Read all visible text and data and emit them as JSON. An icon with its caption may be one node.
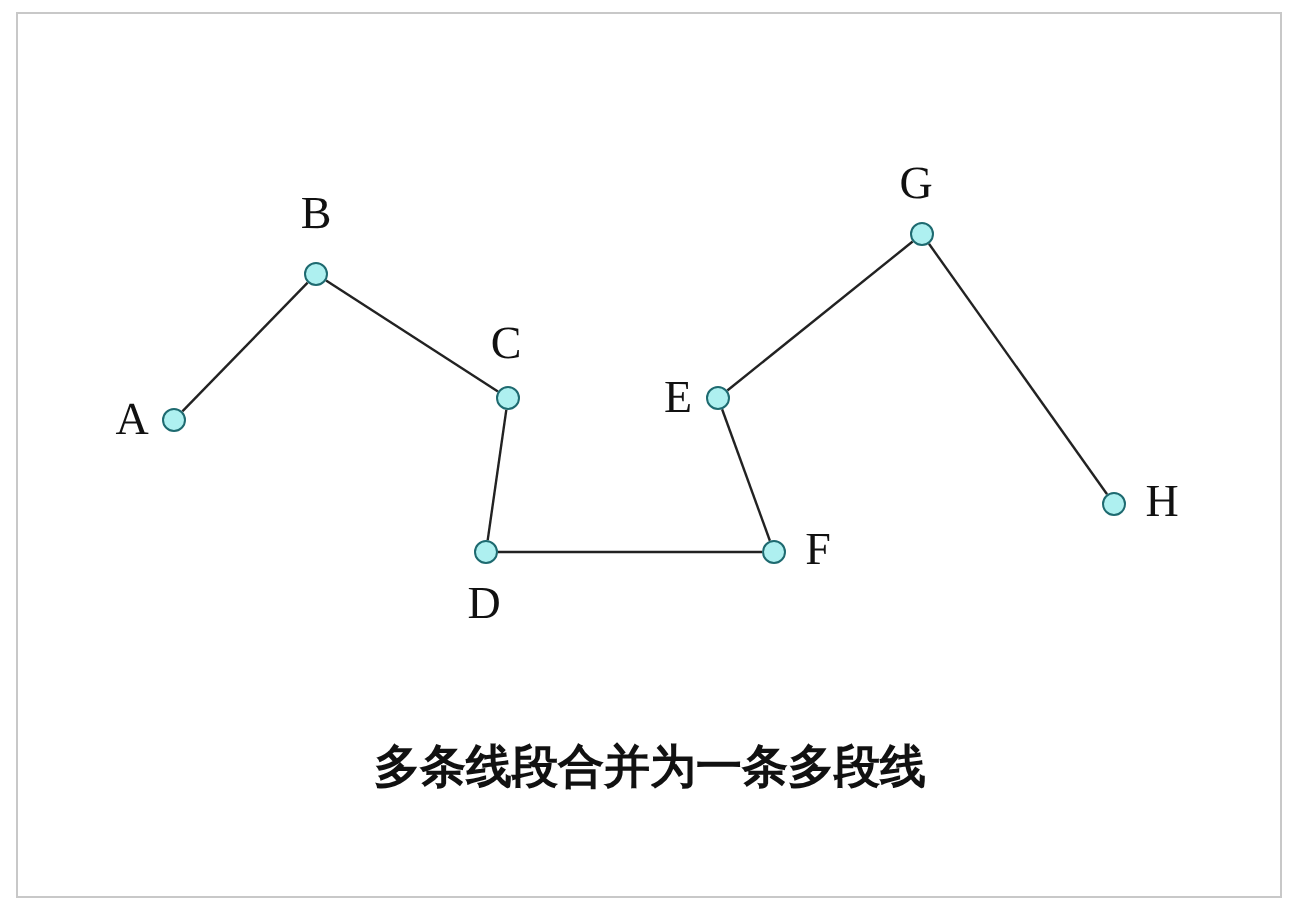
{
  "diagram": {
    "caption": "多条线段合并为一条多段线",
    "nodes": [
      {
        "text": [],
        "shape": "circle",
        "beside": [
          "A"
        ]
      },
      {
        "text": [],
        "shape": "circle",
        "beside": [
          "B"
        ]
      },
      {
        "text": [],
        "shape": "circle",
        "beside": [
          "C"
        ]
      },
      {
        "text": [],
        "shape": "circle",
        "beside": [
          "D"
        ]
      },
      {
        "text": [],
        "shape": "circle",
        "beside": [
          "E"
        ]
      },
      {
        "text": [],
        "shape": "circle",
        "beside": [
          "F"
        ]
      },
      {
        "text": [],
        "shape": "circle",
        "beside": [
          "G"
        ]
      },
      {
        "text": [],
        "shape": "circle",
        "beside": [
          "H"
        ]
      }
    ],
    "edges": [
      {
        "from": 0,
        "to": 1,
        "arrow": "none"
      },
      {
        "from": 1,
        "to": 2,
        "arrow": "none"
      },
      {
        "from": 2,
        "to": 3,
        "arrow": "none"
      },
      {
        "from": 3,
        "to": 5,
        "arrow": "none"
      },
      {
        "from": 5,
        "to": 4,
        "arrow": "none"
      },
      {
        "from": 4,
        "to": 6,
        "arrow": "none"
      },
      {
        "from": 6,
        "to": 7,
        "arrow": "none"
      }
    ]
  }
}
